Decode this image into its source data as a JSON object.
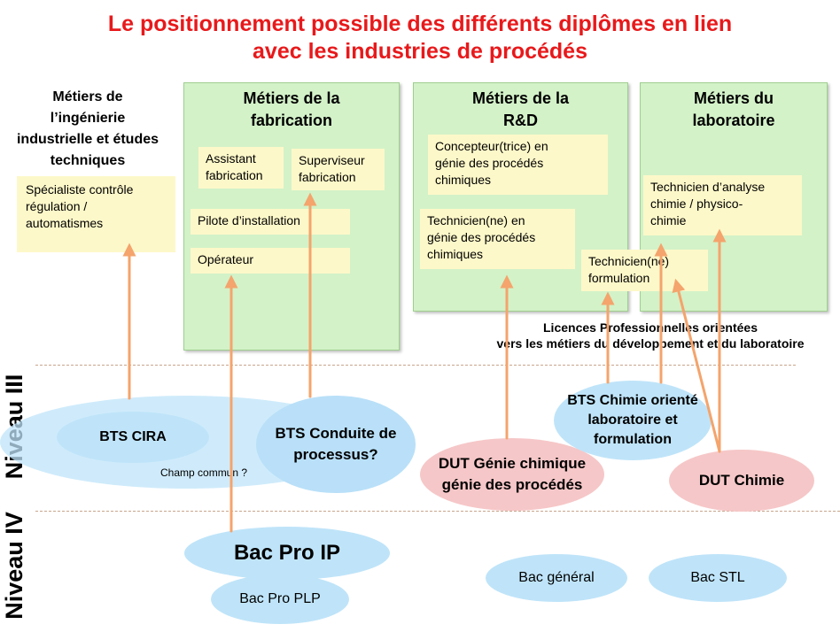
{
  "title": {
    "line1": "Le positionnement possible des différents diplômes en lien",
    "line2": "avec les industries de procédés"
  },
  "levels": {
    "niveau_iii": "Niveau III",
    "niveau_iv": "Niveau IV"
  },
  "ingenierie": {
    "title_lines": [
      "Métiers de",
      "l’ingénierie",
      "industrielle et études",
      "techniques"
    ],
    "job_lines": [
      "Spécialiste contrôle",
      "régulation /",
      "automatismes"
    ]
  },
  "fabrication": {
    "title_lines": [
      "Métiers  de la",
      "fabrication"
    ],
    "assistant": [
      "Assistant",
      "fabrication"
    ],
    "superviseur": [
      "Superviseur",
      "fabrication"
    ],
    "pilote": "Pilote d’installation",
    "operateur": "Opérateur"
  },
  "rd": {
    "title_lines": [
      "Métiers  de la",
      "R&D"
    ],
    "concepteur": [
      "Concepteur(trice)  en",
      "génie des procédés",
      "chimiques"
    ],
    "technicien": [
      "Technicien(ne)  en",
      "génie des procédés",
      "chimiques"
    ]
  },
  "laboratoire": {
    "title_lines": [
      "Métiers  du",
      "laboratoire"
    ],
    "technicien_analyse": [
      "Technicien  d’analyse",
      "chimie / physico-",
      "chimie"
    ],
    "technicien_formulation": [
      "Technicien(ne)",
      "formulation"
    ]
  },
  "licences": {
    "line1": "Licences Professionnelles orientées",
    "line2": "vers les métiers du développement et du laboratoire"
  },
  "diplomas": {
    "bts_cira": "BTS CIRA",
    "bts_conduite": [
      "BTS Conduite de",
      "processus?"
    ],
    "champ_commun": "Champ commun  ?",
    "dut_genie": [
      "DUT Génie chimique",
      "génie des procédés"
    ],
    "bts_chimie": [
      "BTS Chimie orienté",
      "laboratoire et",
      "formulation"
    ],
    "dut_chimie": "DUT Chimie",
    "bac_pro_ip": "Bac Pro IP",
    "bac_pro_plp": "Bac Pro PLP",
    "bac_general": "Bac général",
    "bac_stl": "Bac STL"
  },
  "colors": {
    "title": "#e8191b",
    "arrow": "#f4a46c",
    "green_box": "#d3f2c8",
    "yellow_box": "#fdf8c9",
    "blue_ellipse": "#bfe4f9",
    "pink_ellipse": "#f6c7c8"
  }
}
